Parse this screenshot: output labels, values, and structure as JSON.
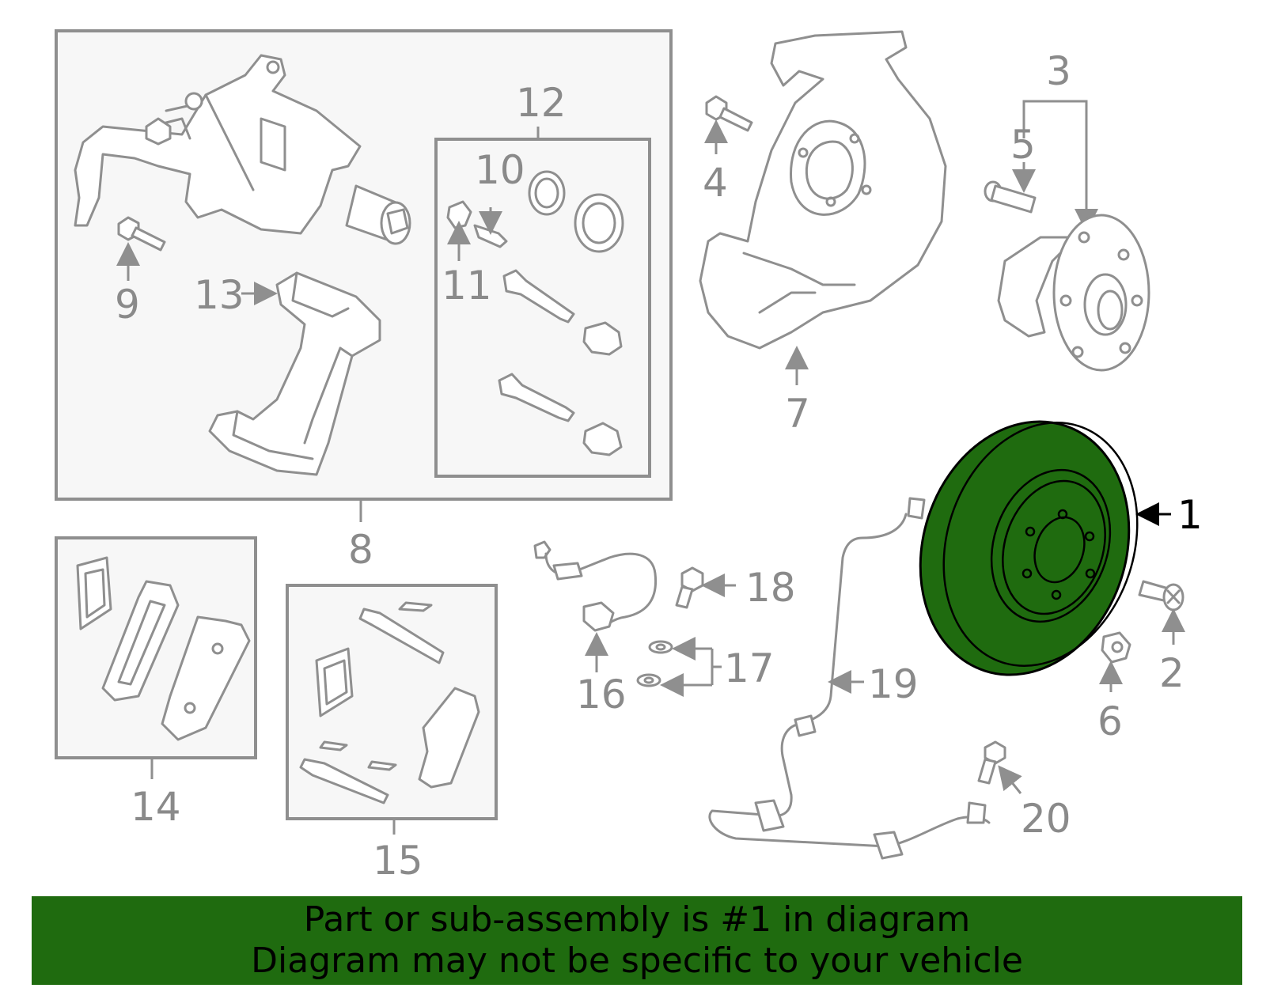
{
  "callouts": {
    "c1": "1",
    "c2": "2",
    "c3": "3",
    "c4": "4",
    "c5": "5",
    "c6": "6",
    "c7": "7",
    "c8": "8",
    "c9": "9",
    "c10": "10",
    "c11": "11",
    "c12": "12",
    "c13": "13",
    "c14": "14",
    "c15": "15",
    "c16": "16",
    "c17": "17",
    "c18": "18",
    "c19": "19",
    "c20": "20"
  },
  "highlighted_part": "1",
  "colors": {
    "highlight": "#1f6b0f",
    "lines": "#8f8f8f",
    "box_fill": "#f7f7f7"
  },
  "banner": {
    "line1": "Part or sub-assembly is #1 in diagram",
    "line2": "Diagram may not be specific to your vehicle"
  }
}
